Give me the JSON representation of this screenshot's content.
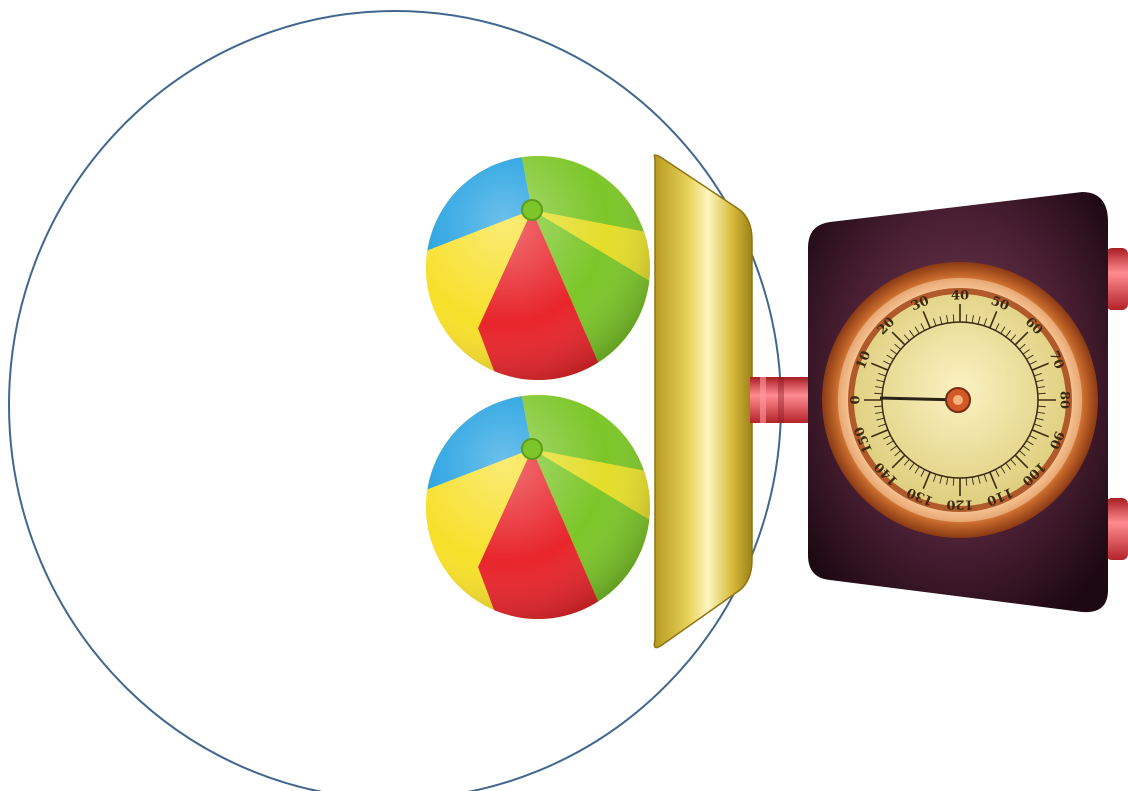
{
  "scene": {
    "object_count": 2,
    "object_icon": "beach-ball-icon",
    "scale_icon": "weighing-scale-icon"
  },
  "scale": {
    "dial_labels": [
      "0",
      "10",
      "20",
      "30",
      "40",
      "50",
      "60",
      "70",
      "80",
      "90",
      "100",
      "110",
      "120",
      "130",
      "140",
      "150"
    ],
    "dial_max": 160,
    "needle_reading": 0
  },
  "colors": {
    "circle_stroke": "#41678f",
    "ball_red": "#e8252b",
    "ball_green": "#7cc629",
    "ball_yellow": "#f7e02a",
    "ball_blue": "#1e9fe0",
    "pan_gold": "#d8bd3a",
    "body_dark": "#3a1526",
    "ring_copper": "#d07a3a",
    "dial_face": "#efe3a0",
    "rod_red": "#d9363e"
  }
}
